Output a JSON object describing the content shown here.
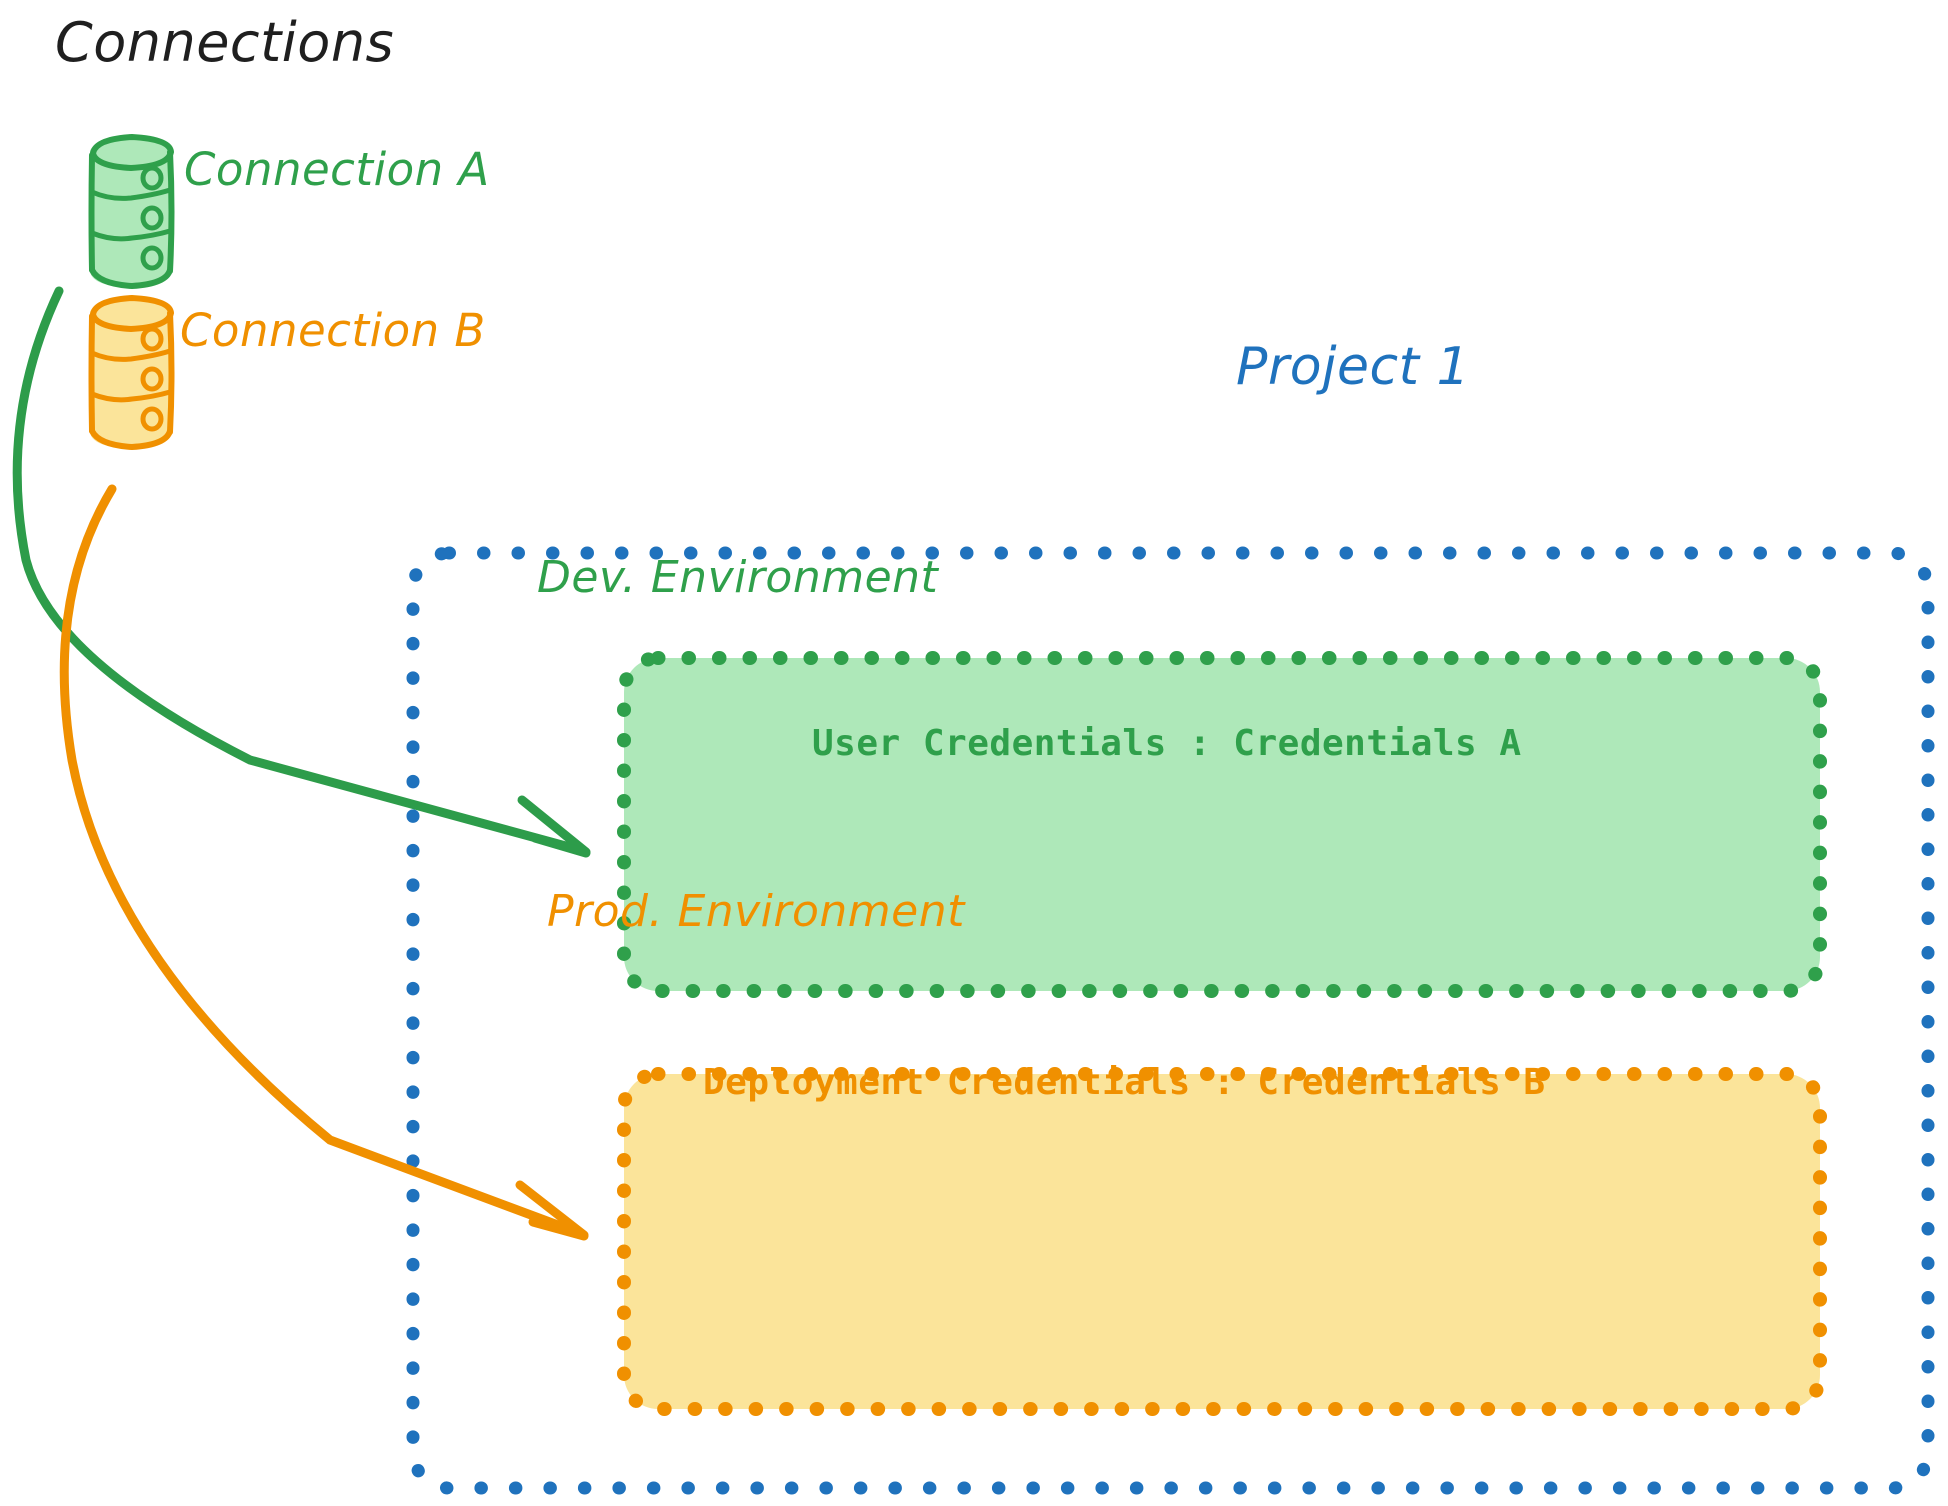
{
  "diagram": {
    "title": "Connections",
    "connections": [
      {
        "name": "Connection A",
        "color": "#2fa04b",
        "icon": "database-cylinder-icon"
      },
      {
        "name": "Connection B",
        "color": "#f09000",
        "icon": "database-cylinder-icon"
      }
    ],
    "project": {
      "label": "Project 1",
      "color": "#1f72bd",
      "border_style": "dotted",
      "environments": [
        {
          "name": "Dev. Environment",
          "credentials_label": "User Credentials : Credentials A",
          "color": "#2fa04b",
          "fill": "#aee8b9",
          "border_style": "dotted"
        },
        {
          "name": "Prod. Environment",
          "credentials_label": "Deployment Credentials : Credentials B",
          "color": "#f09000",
          "fill": "#fbe49a",
          "border_style": "dotted"
        }
      ]
    },
    "arrows": [
      {
        "from": "Connection A",
        "to": "Dev. Environment",
        "color": "#2fa04b"
      },
      {
        "from": "Connection B",
        "to": "Prod. Environment",
        "color": "#f09000"
      }
    ],
    "colors": {
      "background": "#ffffff",
      "title": "#1f1f1f",
      "green_stroke": "#2fa04b",
      "green_fill": "#aee8b9",
      "orange_stroke": "#f09000",
      "orange_fill": "#fbe49a",
      "blue_stroke": "#1f72bd"
    }
  }
}
